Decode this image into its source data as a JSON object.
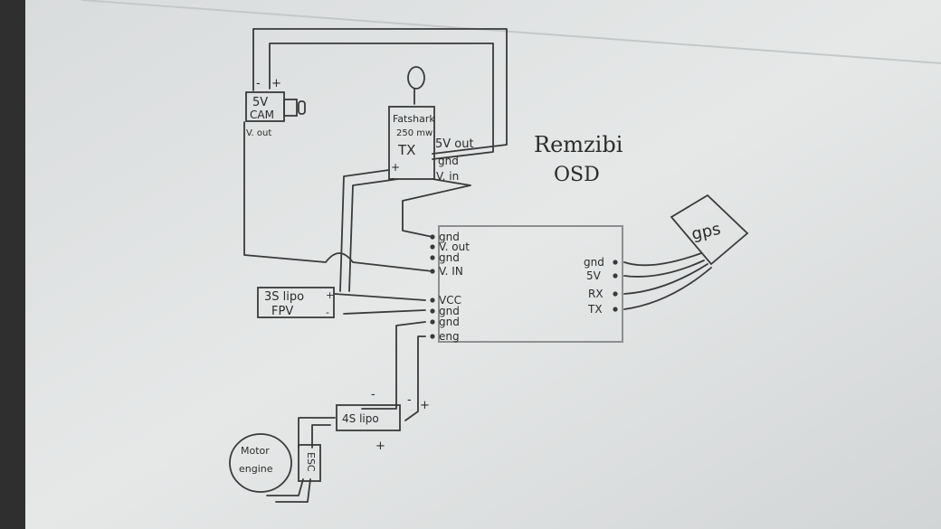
{
  "title": "Remzibi",
  "subtitle": "OSD",
  "camera": {
    "polarity_minus": "-",
    "polarity_plus": "+",
    "label_voltage": "5V",
    "label_name": "CAM",
    "label_out": "V. out"
  },
  "vtx": {
    "line1": "Fatshark",
    "line2": "250 mw",
    "line3": "TX",
    "pin_5v": "5V out",
    "pin_gnd": "gnd",
    "pin_vin": "V. in",
    "plus": "+",
    "minus": "-"
  },
  "osd_left_pins": [
    "gnd",
    "V. out",
    "gnd",
    "V. IN",
    "VCC",
    "gnd",
    "gnd",
    "eng"
  ],
  "osd_right_pins": [
    "gnd",
    "5V",
    "RX",
    "TX"
  ],
  "gps": {
    "label": "gps"
  },
  "lipo_fpv": {
    "line1": "3S lipo",
    "line2": "FPV",
    "plus": "+",
    "minus": "-"
  },
  "lipo_4s": {
    "label": "4S lipo",
    "minus": "-",
    "plus": "+"
  },
  "esc": {
    "label": "ESC"
  },
  "motor": {
    "line1": "Motor",
    "line2": "engine"
  }
}
